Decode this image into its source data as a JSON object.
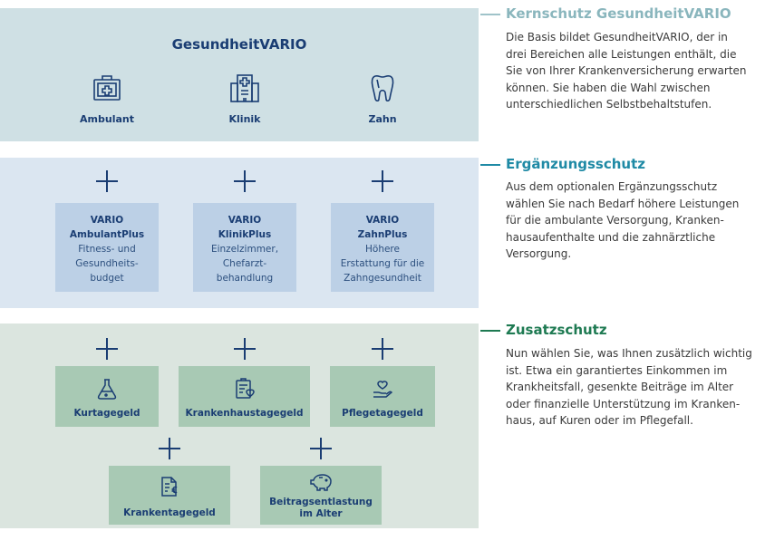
{
  "kernschutz": {
    "box_title": "GesundheitVARIO",
    "pillars": [
      {
        "label": "Ambulant",
        "icon": "medical-kit-icon"
      },
      {
        "label": "Klinik",
        "icon": "hospital-icon"
      },
      {
        "label": "Zahn",
        "icon": "tooth-icon"
      }
    ],
    "side_title": "Kernschutz GesundheitVARIO",
    "side_lines": [
      "Die Basis bildet GesundheitVARIO, der in",
      "drei Bereichen alle Leistungen enthält, die",
      "Sie von Ihrer Krankenversicherung erwarten",
      "können. Sie haben die Wahl zwischen",
      "unterschiedlichen Selbstbehaltstufen."
    ],
    "color": "#9fc3c9"
  },
  "ergaenzung": {
    "cards": [
      {
        "line1": "VARIO",
        "line2": "AmbulantPlus",
        "desc": [
          "Fitness- und",
          "Gesundheits-",
          "budget"
        ]
      },
      {
        "line1": "VARIO",
        "line2": "KlinikPlus",
        "desc": [
          "Einzelzimmer,",
          "Chefarzt-",
          "behandlung"
        ]
      },
      {
        "line1": "VARIO",
        "line2": "ZahnPlus",
        "desc": [
          "Höhere",
          "Erstattung für die",
          "Zahngesundheit"
        ]
      }
    ],
    "side_title": "Ergänzungsschutz",
    "side_lines": [
      "Aus dem optionalen Ergänzungsschutz",
      "wählen Sie nach Bedarf höhere Leistungen",
      "für die ambulante Versorgung, Kranken-",
      "hausaufenthalte und die zahnärztliche",
      "Versorgung."
    ],
    "color": "#1f8aa5"
  },
  "zusatz": {
    "cards": [
      {
        "label_lines": [
          "Kurtagegeld"
        ],
        "icon": "flask-icon"
      },
      {
        "label_lines": [
          "Krankenhaustagegeld"
        ],
        "icon": "clipboard-heart-icon"
      },
      {
        "label_lines": [
          "Pflegetagegeld"
        ],
        "icon": "hand-heart-icon"
      },
      {
        "label_lines": [
          "Krankentagegeld"
        ],
        "icon": "document-euro-icon"
      },
      {
        "label_lines": [
          "Beitragsentlastung",
          "im Alter"
        ],
        "icon": "piggy-bank-icon"
      }
    ],
    "side_title": "Zusatzschutz",
    "side_lines": [
      "Nun wählen Sie, was Ihnen zusätzlich wichtig",
      "ist. Etwa ein garantiertes Einkommen im",
      "Krankheitsfall, gesenkte Beiträge im Alter",
      "oder finanzielle Unterstützung im Kranken-",
      "haus, auf Kuren oder im Pflegefall."
    ],
    "color": "#1e7a52"
  }
}
